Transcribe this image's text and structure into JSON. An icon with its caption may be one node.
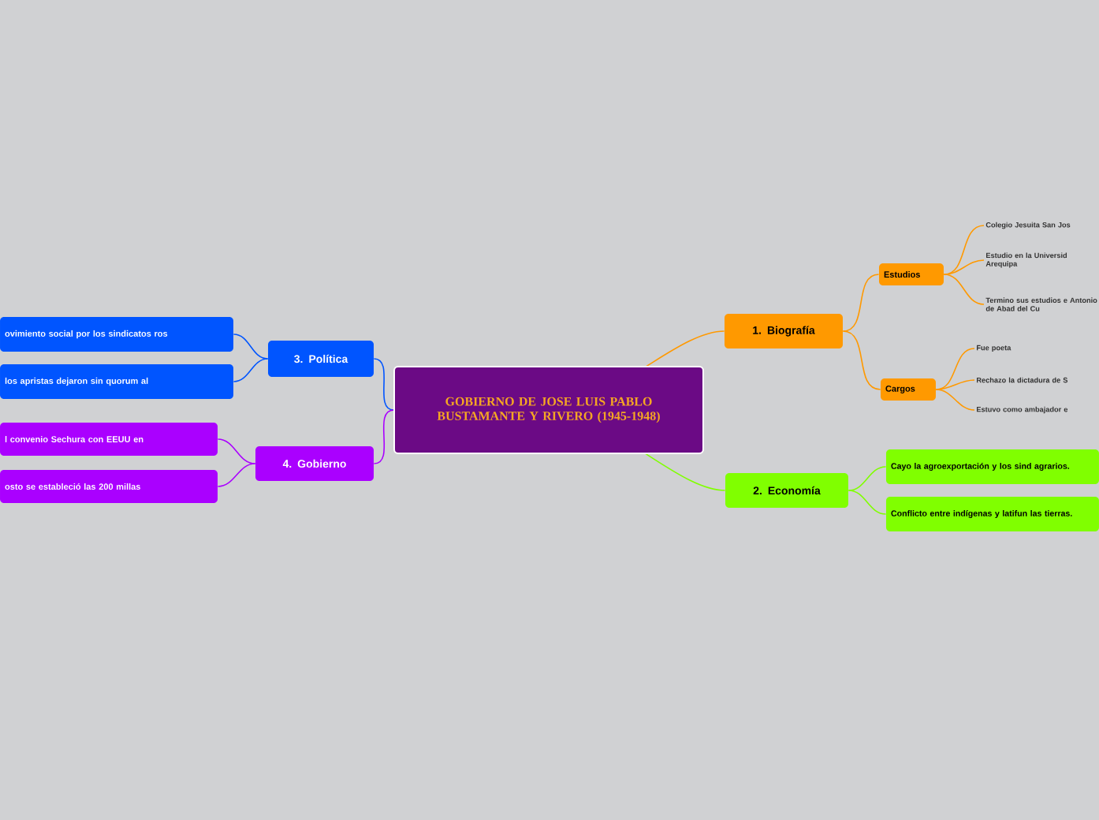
{
  "diagram": {
    "nodes": [
      {
        "text": [
          "GOBIERNO DE JOSE LUIS PABLO BUSTAMANTE Y RIVERO (1945-1948)"
        ]
      },
      {
        "text": [
          "1. Biografía"
        ]
      },
      {
        "text": [
          "Estudios"
        ]
      },
      {
        "text": [
          "Colegio Jesuita San Jos"
        ]
      },
      {
        "text": [
          "Estudio en la Universid Arequipa"
        ]
      },
      {
        "text": [
          "Termino sus estudios e Antonio de Abad del Cu"
        ]
      },
      {
        "text": [
          "Cargos"
        ]
      },
      {
        "text": [
          "Fue poeta"
        ]
      },
      {
        "text": [
          "Rechazo la dictadura de S"
        ]
      },
      {
        "text": [
          "Estuvo como ambajador e"
        ]
      },
      {
        "text": [
          "2. Economía"
        ]
      },
      {
        "text": [
          "Cayo la agroexportación y los sind agrarios."
        ]
      },
      {
        "text": [
          "Conflicto entre indígenas y latifun las tierras."
        ]
      },
      {
        "text": [
          "3. Política"
        ]
      },
      {
        "text": [
          "ovimiento social por los sindicatos ros"
        ]
      },
      {
        "text": [
          "los apristas dejaron sin quorum al"
        ]
      },
      {
        "text": [
          "4. Gobierno"
        ]
      },
      {
        "text": [
          "l convenio Sechura con EEUU en"
        ]
      },
      {
        "text": [
          "osto se estableció las 200 millas"
        ]
      }
    ],
    "edges": [
      {
        "from": 0,
        "to": 1,
        "arrow": "none",
        "color": "#ff9900"
      },
      {
        "from": 1,
        "to": 2,
        "arrow": "none",
        "color": "#ff9900"
      },
      {
        "from": 2,
        "to": 3,
        "arrow": "none",
        "color": "#ff9900"
      },
      {
        "from": 2,
        "to": 4,
        "arrow": "none",
        "color": "#ff9900"
      },
      {
        "from": 2,
        "to": 5,
        "arrow": "none",
        "color": "#ff9900"
      },
      {
        "from": 1,
        "to": 6,
        "arrow": "none",
        "color": "#ff9900"
      },
      {
        "from": 6,
        "to": 7,
        "arrow": "none",
        "color": "#ff9900"
      },
      {
        "from": 6,
        "to": 8,
        "arrow": "none",
        "color": "#ff9900"
      },
      {
        "from": 6,
        "to": 9,
        "arrow": "none",
        "color": "#ff9900"
      },
      {
        "from": 0,
        "to": 10,
        "arrow": "none",
        "color": "#80ff00"
      },
      {
        "from": 10,
        "to": 11,
        "arrow": "none",
        "color": "#80ff00"
      },
      {
        "from": 10,
        "to": 12,
        "arrow": "none",
        "color": "#80ff00"
      },
      {
        "from": 0,
        "to": 13,
        "arrow": "none",
        "color": "#0055ff"
      },
      {
        "from": 13,
        "to": 14,
        "arrow": "none",
        "color": "#0055ff"
      },
      {
        "from": 13,
        "to": 15,
        "arrow": "none",
        "color": "#0055ff"
      },
      {
        "from": 0,
        "to": 16,
        "arrow": "none",
        "color": "#aa00ff"
      },
      {
        "from": 16,
        "to": 17,
        "arrow": "none",
        "color": "#aa00ff"
      },
      {
        "from": 16,
        "to": 18,
        "arrow": "none",
        "color": "#aa00ff"
      }
    ]
  }
}
